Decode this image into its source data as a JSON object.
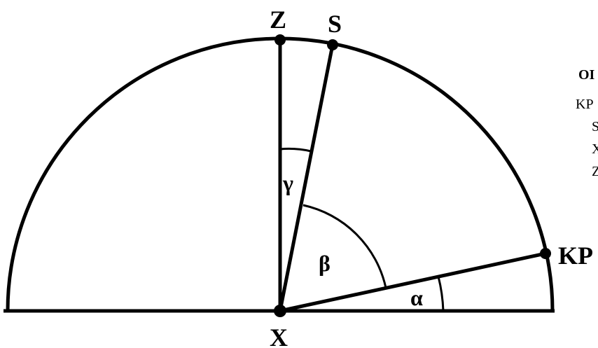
{
  "points": {
    "zenith": "Z",
    "star": "S",
    "observer": "X",
    "horizon_point": "KP"
  },
  "angles": {
    "alpha": "α",
    "beta": "β",
    "gamma": "γ"
  },
  "legend": {
    "title": "OI",
    "lines": [
      "KP",
      "S",
      "X",
      "Z"
    ]
  },
  "colors": {
    "ink": "#000000",
    "background": "#ffffff"
  }
}
